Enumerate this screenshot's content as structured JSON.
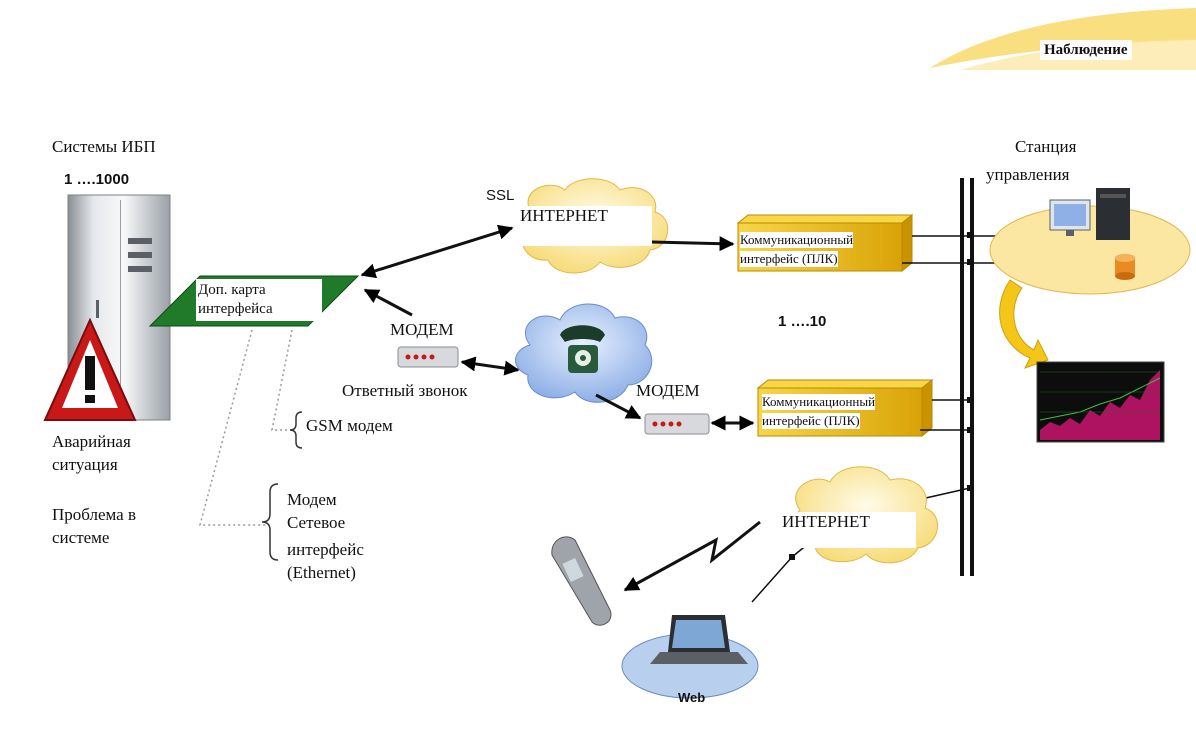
{
  "header": {
    "title": "Наблюдение",
    "accent_color": "#f5c518"
  },
  "ups": {
    "title": "Системы ИБП",
    "count": "1 ….1000"
  },
  "card": {
    "label_line1": "Доп. карта",
    "label_line2": "интерфейса"
  },
  "alarm": {
    "line1": "Аварийная",
    "line2": "ситуация"
  },
  "problem": {
    "line1": "Проблема в",
    "line2": "системе"
  },
  "options": {
    "gsm": "GSM модем",
    "modem": "Модем",
    "network_line1": "Сетевое",
    "network_line2": "интерфейс",
    "network_line3": "(Ethernet)"
  },
  "internet_top": {
    "ssl": "SSL",
    "label": "ИНТЕРНЕТ"
  },
  "modem_left": {
    "label": "МОДЕМ",
    "callback": "Ответный звонок"
  },
  "modem_right": {
    "label": "МОДЕМ"
  },
  "plc": [
    {
      "line1": "Коммуникационный",
      "line2": "интерфейс (ПЛК)"
    },
    {
      "line1": "Коммуникационный",
      "line2": "интерфейс (ПЛК)"
    }
  ],
  "plc_count": "1 ….10",
  "station": {
    "line1": "Станция",
    "line2": "управления"
  },
  "internet_bottom": {
    "label": "ИНТЕРНЕТ"
  },
  "web": {
    "label": "Web"
  },
  "colors": {
    "card_green": "#1f7a2a",
    "plc_yellow": "#f3c21a",
    "cloud_yellow": "#fbe8a6",
    "station_ellipse": "#fbe6a2",
    "web_ellipse": "#b9cfee",
    "alarm_red": "#c81818"
  }
}
